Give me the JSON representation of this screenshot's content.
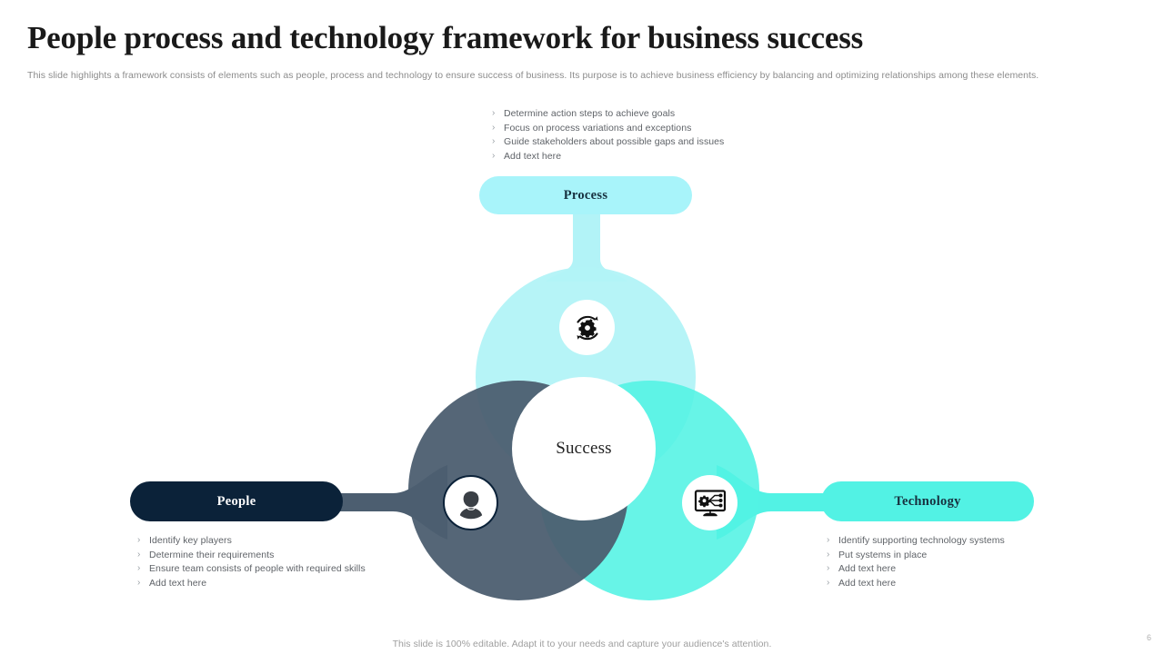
{
  "header": {
    "title": "People process and technology framework for business success",
    "subtitle": "This slide highlights a framework consists of elements such as people, process and technology to ensure success of business. Its purpose is to achieve business efficiency by balancing and optimizing relationships among these elements."
  },
  "diagram": {
    "center_label": "Success",
    "bullet_glyph": "›",
    "nodes": {
      "process": {
        "label": "Process",
        "icon": "process-gear-cycle-icon",
        "circle_color": "#b2f3f7",
        "pill_color": "#a8f4fa",
        "pill_text_color": "#17313f",
        "bullets": [
          "Determine action steps to achieve goals",
          "Focus on process variations and exceptions",
          "Guide stakeholders about possible gaps and issues",
          "Add text here"
        ]
      },
      "people": {
        "label": "People",
        "icon": "person-avatar-icon",
        "circle_color": "#4c5e70",
        "pill_color": "#0b2239",
        "pill_text_color": "#ffffff",
        "bullets": [
          "Identify key players",
          "Determine their requirements",
          "Ensure team consists of people with required skills",
          "Add text here"
        ]
      },
      "technology": {
        "label": "Technology",
        "icon": "monitor-gear-network-icon",
        "circle_color": "#52f2e4",
        "pill_color": "#52f2e4",
        "pill_text_color": "#17313f",
        "bullets": [
          "Identify supporting technology systems",
          "Put systems in place",
          "Add text here",
          "Add text here"
        ]
      }
    }
  },
  "footer": {
    "note": "This slide is 100% editable. Adapt it to your needs and capture your audience's attention.",
    "page_number": "6"
  }
}
